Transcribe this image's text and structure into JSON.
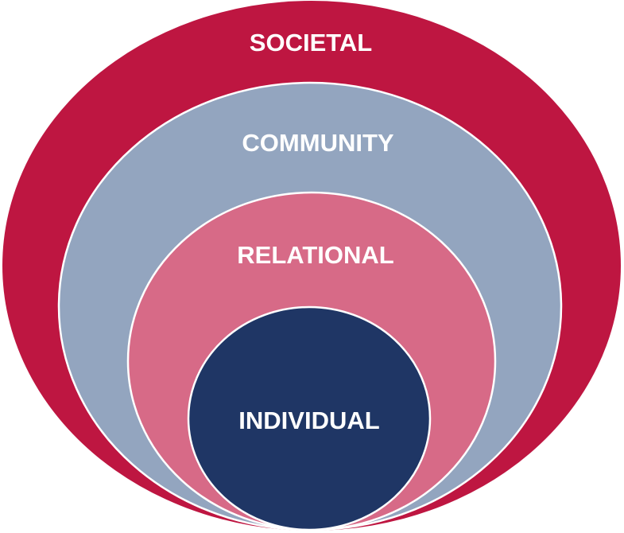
{
  "title": "Social-ecological model",
  "levels": [
    {
      "label": "SOCIETAL",
      "color": "#BE1641"
    },
    {
      "label": "COMMUNITY",
      "color": "#93A5BF"
    },
    {
      "label": "RELATIONAL",
      "color": "#D76A87"
    },
    {
      "label": "INDIVIDUAL",
      "color": "#1F3665"
    }
  ]
}
